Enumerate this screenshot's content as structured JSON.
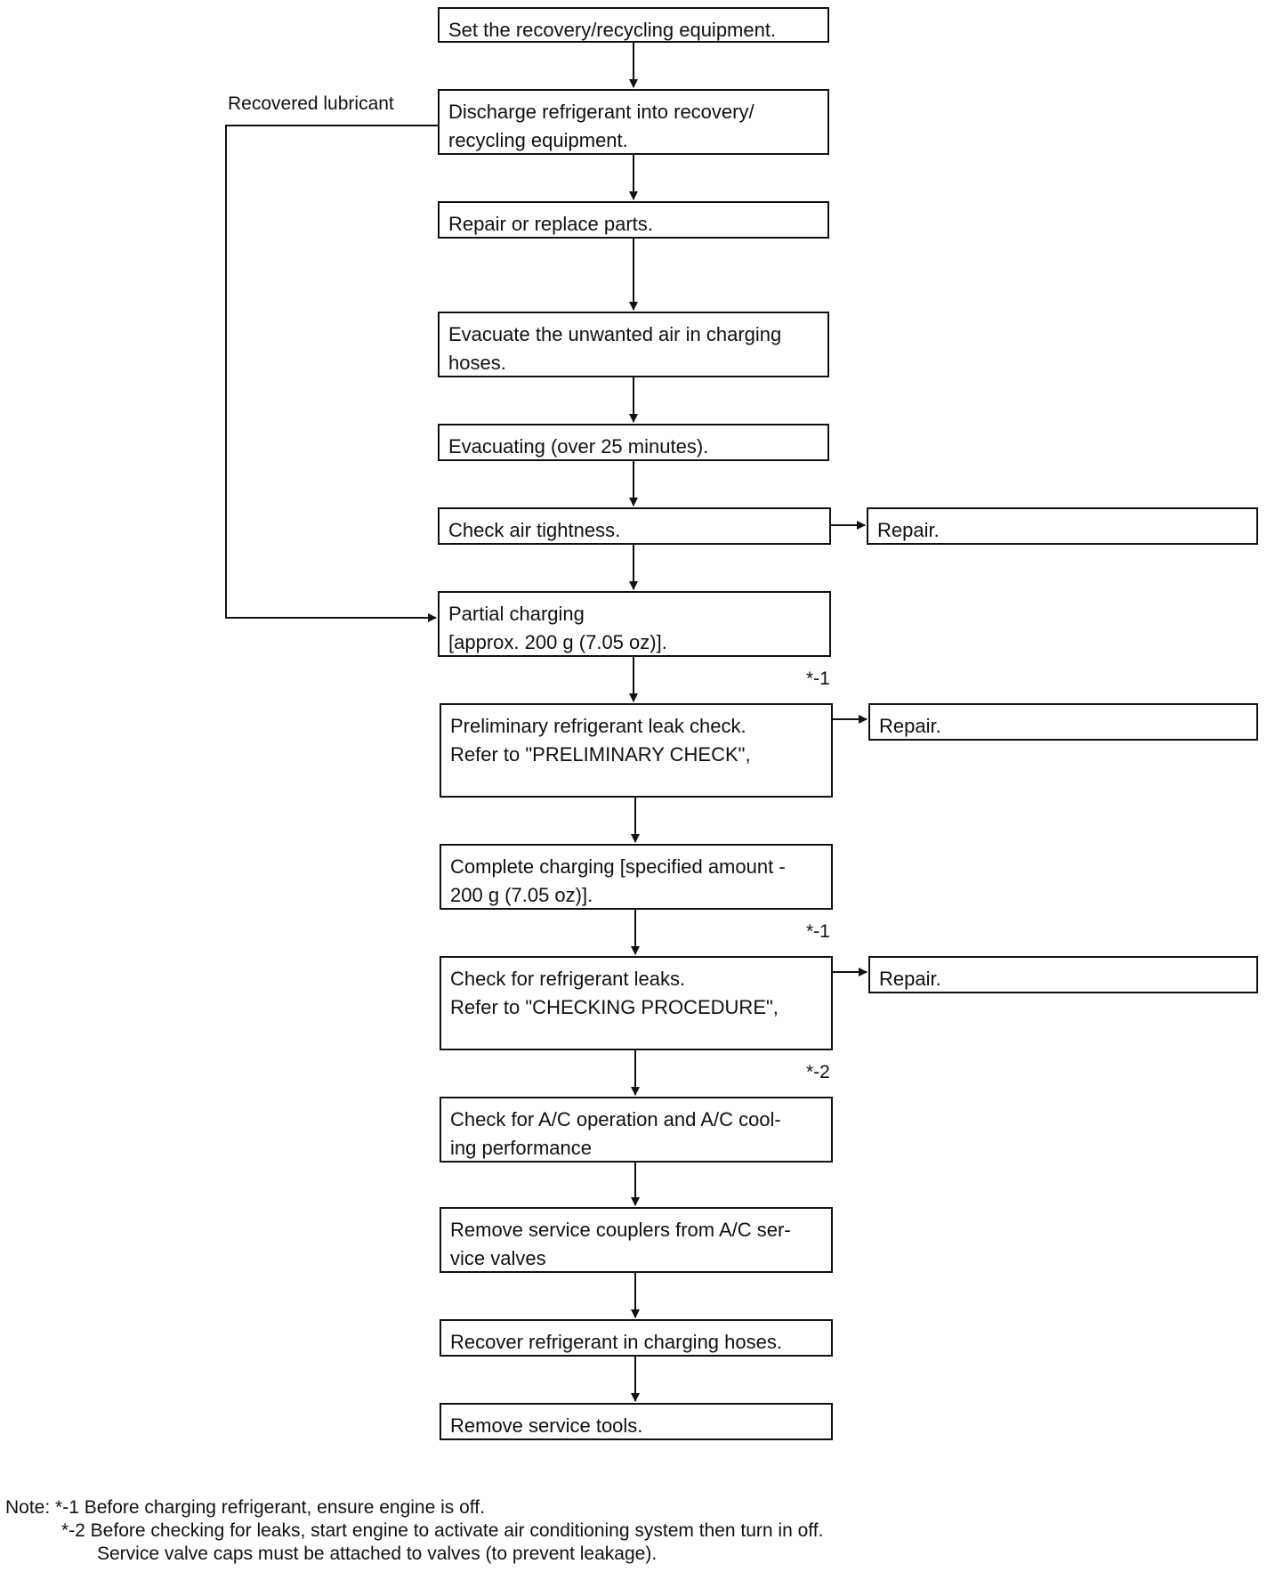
{
  "steps": [
    {
      "text": "Set the recovery/recycling equipment."
    },
    {
      "text": "Discharge refrigerant into recovery/\nrecycling equipment."
    },
    {
      "text": "Repair or replace parts."
    },
    {
      "text": "Evacuate the unwanted air in charging\nhoses."
    },
    {
      "text": "Evacuating (over 25 minutes)."
    },
    {
      "text": "Check air tightness."
    },
    {
      "text": "Partial charging\n[approx. 200 g (7.05 oz)]."
    },
    {
      "text": "Preliminary refrigerant leak check.\nRefer to \"PRELIMINARY CHECK\","
    },
    {
      "text": "Complete charging [specified amount -\n200 g (7.05 oz)]."
    },
    {
      "text": "Check for refrigerant leaks.\nRefer to \"CHECKING PROCEDURE\","
    },
    {
      "text": "Check for A/C operation and A/C cool-\ning performance"
    },
    {
      "text": "Remove service couplers from A/C ser-\nvice valves"
    },
    {
      "text": "Recover refrigerant in charging hoses."
    },
    {
      "text": "Remove service tools."
    }
  ],
  "branches": {
    "repair_1": "Repair.",
    "repair_2": "Repair.",
    "repair_3": "Repair."
  },
  "recovered_lubricant_label": "Recovered lubricant",
  "markers": {
    "m1_first": "*-1",
    "m1_second": "*-1",
    "m2": "*-2"
  },
  "notes": {
    "line1": "Note: *-1 Before charging refrigerant, ensure engine is off.",
    "line2": "*-2 Before checking for leaks, start engine to activate air conditioning system then turn in off.",
    "line3": "Service valve caps must be attached to valves (to prevent leakage)."
  }
}
